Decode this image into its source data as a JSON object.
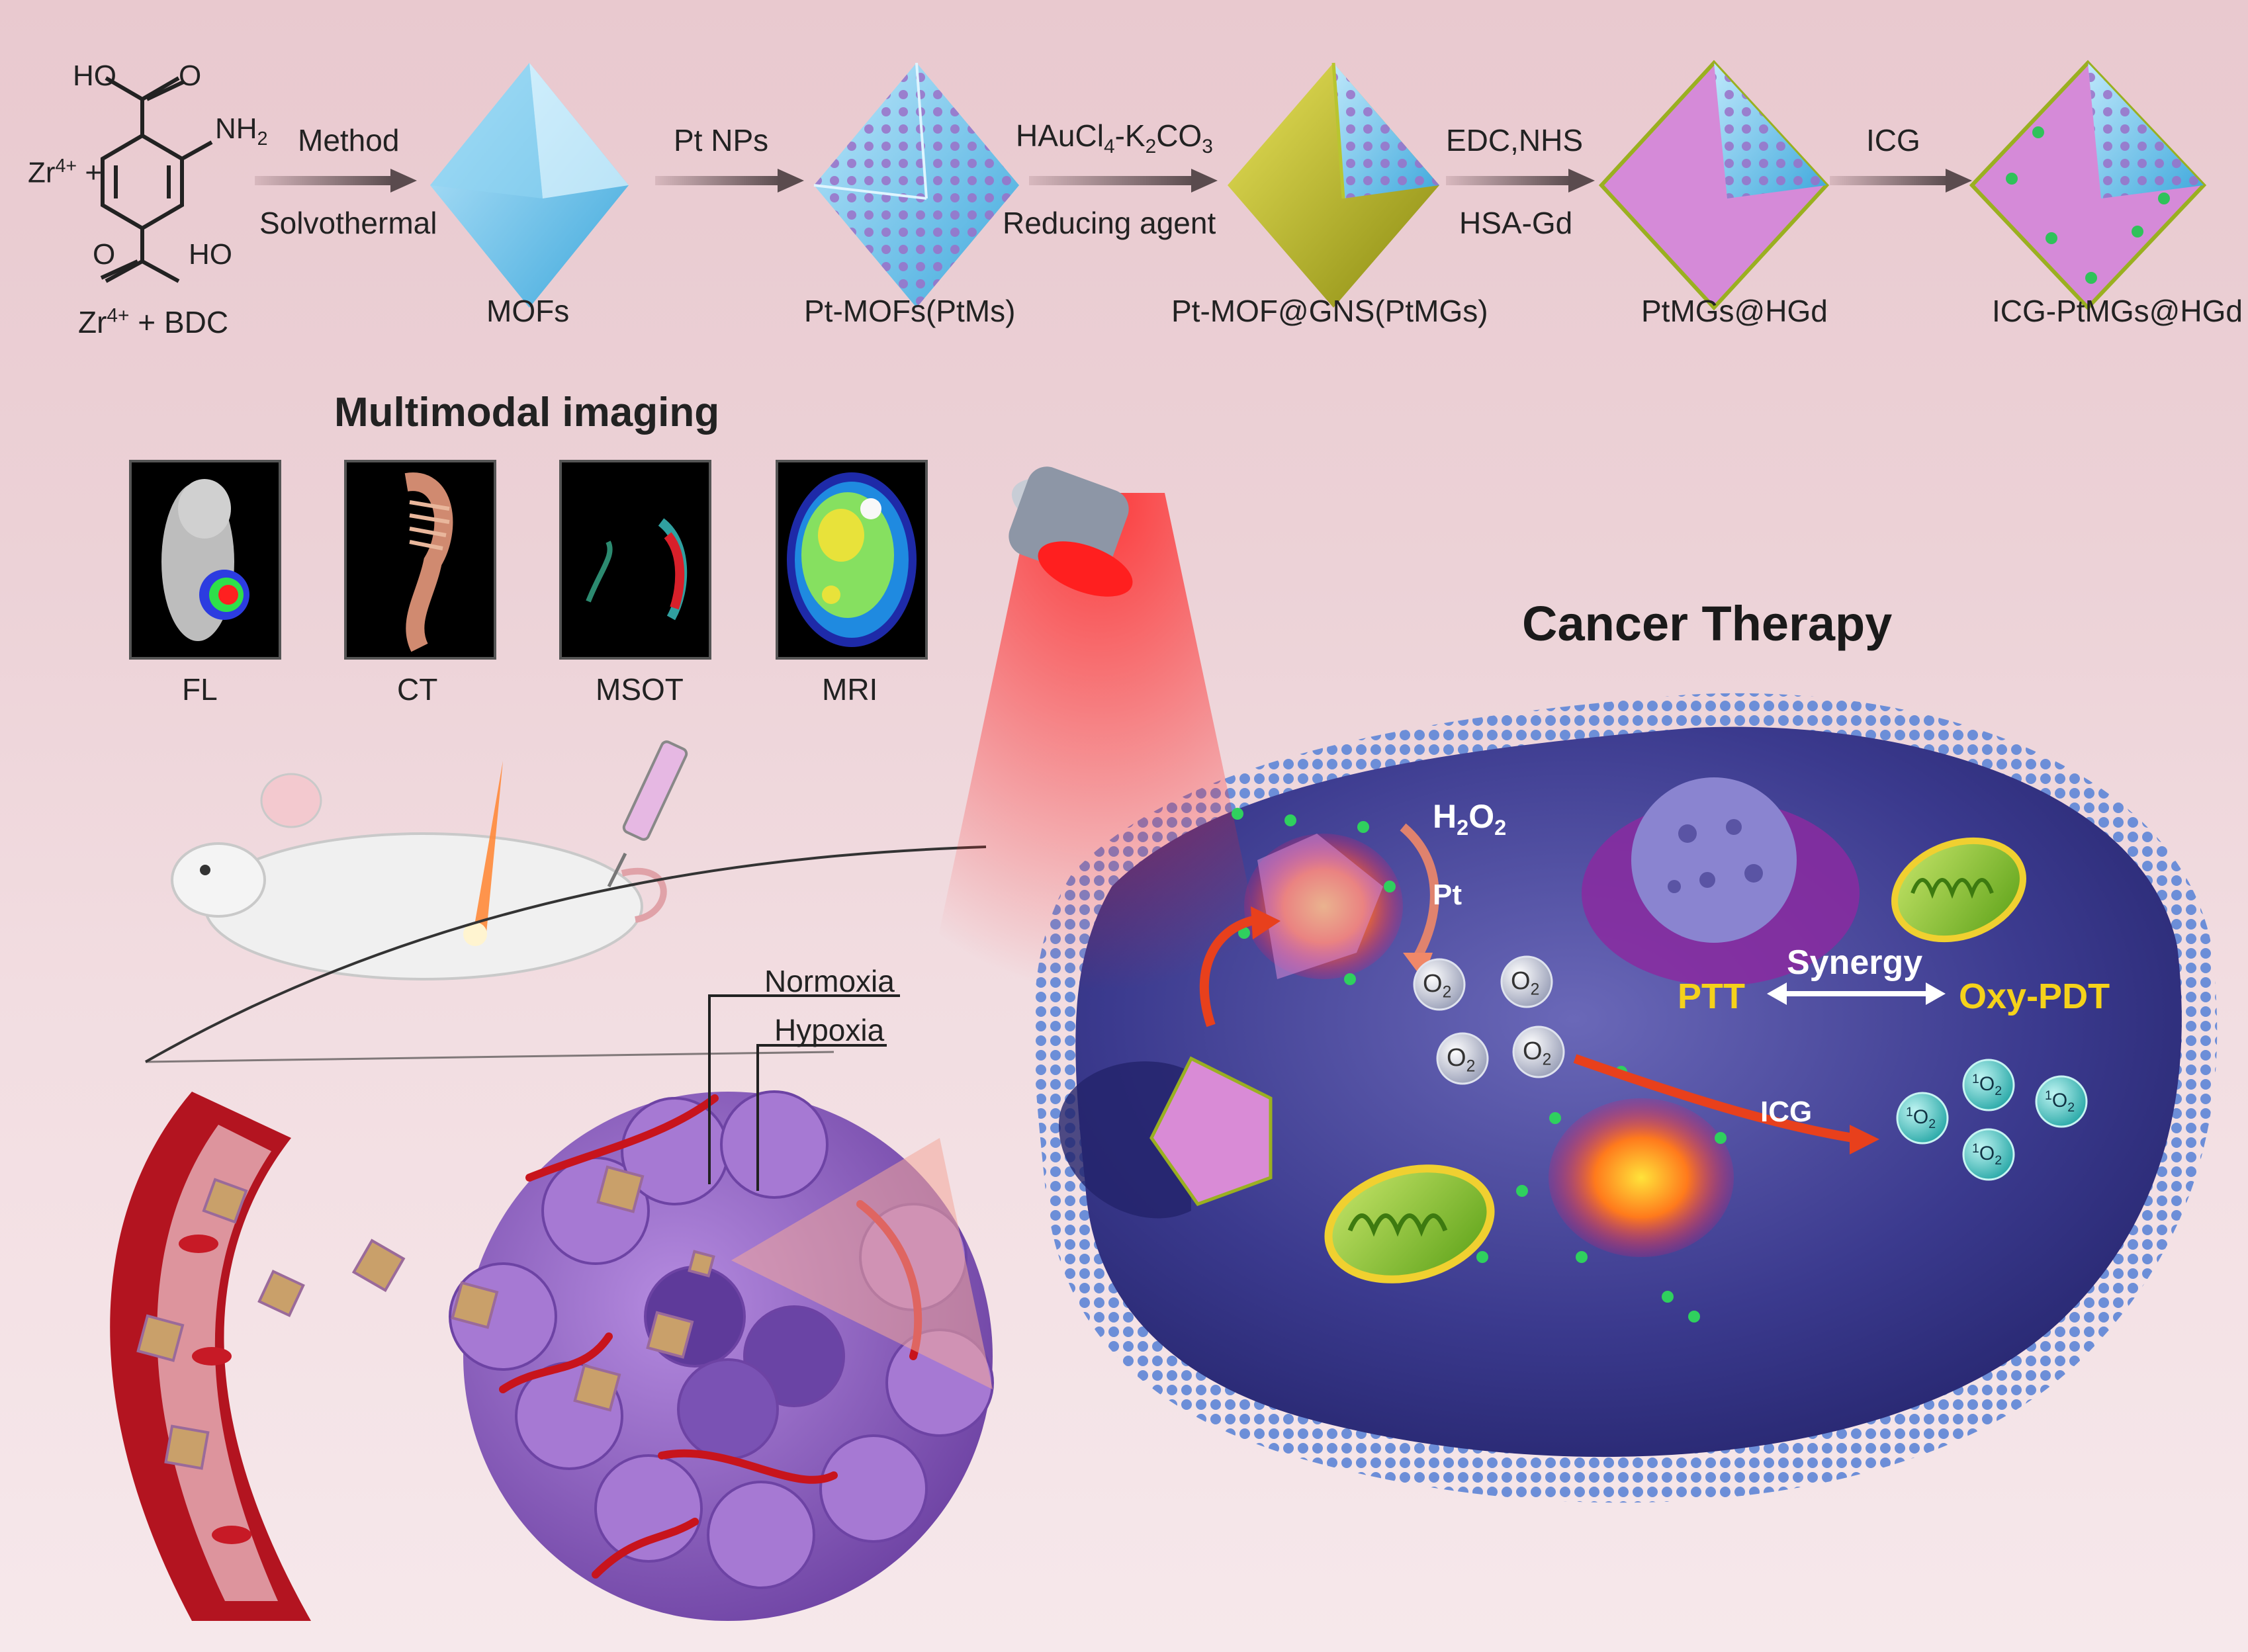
{
  "synthesis": {
    "reactant": {
      "zr_ion": "Zr",
      "zr_charge": "4+",
      "plus": "+",
      "ho_top": "HO",
      "o_top": "O",
      "nh2": "NH",
      "nh2_sub": "2",
      "o_bot": "O",
      "ho_bot": "HO",
      "caption_zr": "Zr",
      "caption_charge": "4+",
      "caption_rest": "+ BDC"
    },
    "steps": [
      {
        "top": "Method",
        "bottom": "Solvothermal"
      },
      {
        "top": "Pt NPs",
        "bottom": ""
      },
      {
        "top_a": "HAuCl",
        "top_sub1": "4",
        "top_b": "-K",
        "top_sub2": "2",
        "top_c": "CO",
        "top_sub3": "3",
        "bottom": "Reducing agent"
      },
      {
        "top": "EDC,NHS",
        "bottom": "HSA-Gd"
      },
      {
        "top": "ICG",
        "bottom": ""
      }
    ],
    "products": [
      "MOFs",
      "Pt-MOFs(PtMs)",
      "Pt-MOF@GNS(PtMGs)",
      "PtMGs@HGd",
      "ICG-PtMGs@HGd"
    ]
  },
  "imaging": {
    "title": "Multimodal imaging",
    "panels": [
      "FL",
      "CT",
      "MSOT",
      "MRI"
    ]
  },
  "tumor": {
    "normoxia": "Normoxia",
    "hypoxia": "Hypoxia"
  },
  "therapy": {
    "title": "Cancer Therapy",
    "h2o2": "H",
    "h2o2_sub": "2",
    "h2o2_b": "O",
    "h2o2_sub2": "2",
    "pt": "Pt",
    "o2": "O",
    "o2_sub": "2",
    "singlet_sup": "1",
    "singlet": "O",
    "singlet_sub": "2",
    "synergy": "Synergy",
    "ptt": "PTT",
    "oxy_pdt": "Oxy-PDT",
    "icg": "ICG"
  },
  "colors": {
    "background": "#ecd2d7",
    "cell": "#3b3a8e",
    "laser": "#e2141c",
    "accent_yellow": "#f5d21a",
    "tumor": "#9a6cc8"
  }
}
